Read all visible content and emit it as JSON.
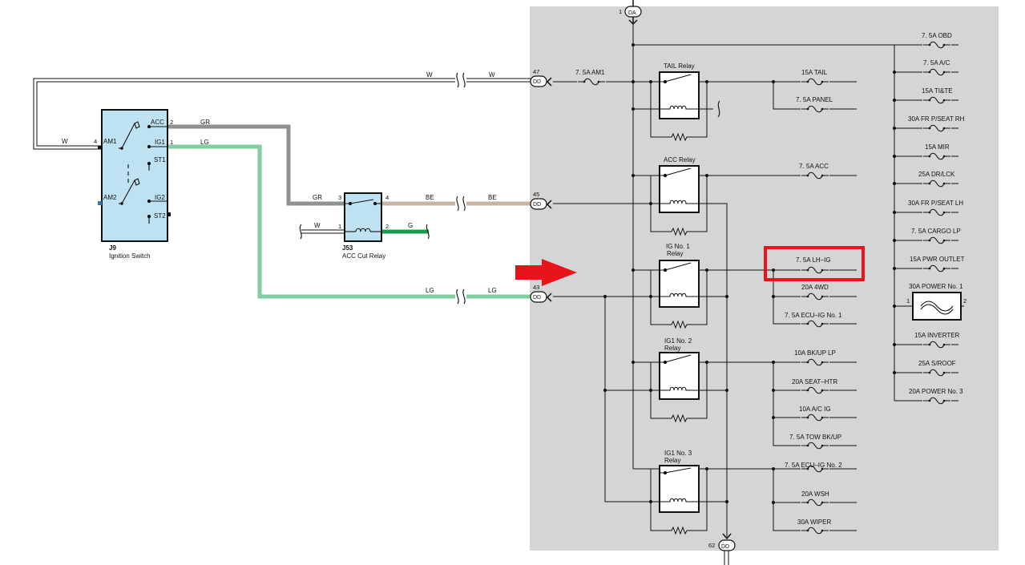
{
  "ignition_switch": {
    "id": "J9",
    "name": "Ignition Switch",
    "terminals": {
      "acc": "ACC",
      "ig1": "IG1",
      "st1": "ST1",
      "am1": "AM1",
      "am2": "AM2",
      "ig2": "IG2",
      "st2": "ST2"
    },
    "pins": {
      "acc": "2",
      "ig1": "1",
      "am1": "4"
    }
  },
  "acc_cut_relay": {
    "id": "J53",
    "name": "ACC Cut Relay",
    "pins": {
      "p3": "3",
      "p4": "4",
      "p1": "1",
      "p2": "2"
    }
  },
  "wires": {
    "am1_top": "W",
    "am1_top_right": "W",
    "am1_left": "W",
    "acc_gr": "GR",
    "acc_gr_in": "GR",
    "relay_out_be": "BE",
    "relay_out_be_right": "BE",
    "relay_in_w": "W",
    "relay_out_g": "G",
    "ig1_lg": "LG",
    "ig1_lg_left": "LG",
    "ig1_lg_right": "LG"
  },
  "connectors": {
    "top": {
      "pin": "1",
      "id": "DA"
    },
    "c47": {
      "pin": "47",
      "id": "DD"
    },
    "c45": {
      "pin": "45",
      "id": "DD"
    },
    "c43": {
      "pin": "43",
      "id": "DD"
    },
    "c62": {
      "pin": "62",
      "id": "DD"
    }
  },
  "relays": {
    "tail": "TAIL Relay",
    "acc": "ACC Relay",
    "ig1": [
      "IG No. 1",
      "Relay"
    ],
    "ig1_2": [
      "IG1 No. 2",
      "Relay"
    ],
    "ig1_3": [
      "IG1 No. 3",
      "Relay"
    ]
  },
  "fuses": {
    "am1": "7. 5A AM1",
    "tail": "15A TAIL",
    "panel": "7. 5A PANEL",
    "acc": "7. 5A ACC",
    "lh_ig": "7. 5A LH–IG",
    "fwd4": "20A 4WD",
    "ecu_ig1": "7. 5A ECU–IG No. 1",
    "bkup_lp": "10A BK/UP LP",
    "seat_htr": "20A SEAT–HTR",
    "ac_ig": "10A A/C IG",
    "tow_bkup": "7. 5A TOW BK/UP",
    "ecu_ig2": "7. 5A ECU–IG No. 2",
    "wsh": "20A WSH",
    "wiper": "30A WIPER"
  },
  "right_fuses": [
    "7. 5A OBD",
    "7. 5A A/C",
    "15A TI&TE",
    "30A FR P/SEAT RH",
    "15A MIR",
    "25A DR/LCK",
    "30A FR P/SEAT LH",
    "7. 5A CARGO LP",
    "15A PWR OUTLET"
  ],
  "power_fuse": {
    "label": "30A POWER No. 1",
    "pin_left": "1",
    "pin_right": "2"
  },
  "right_fuses_lower": [
    "15A INVERTER",
    "25A S/ROOF",
    "20A POWER No. 3"
  ],
  "highlight": {
    "color": "#e8141c",
    "target": "7. 5A LH–IG"
  },
  "colors": {
    "panel": "#d4d5d7",
    "wire_gr": "#8f9092",
    "wire_lg": "#82cda2",
    "wire_be": "#c9b59f",
    "wire_g": "#14a04a",
    "switch_fill": "#bfe2f3",
    "arrow": "#e8141c"
  }
}
